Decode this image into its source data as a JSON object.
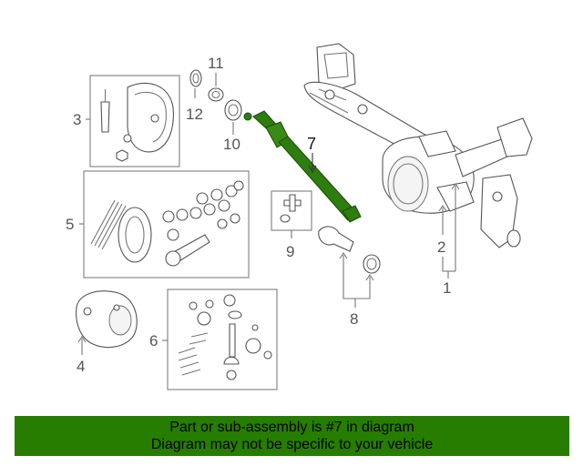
{
  "diagram": {
    "callouts": {
      "c1": "1",
      "c2": "2",
      "c3": "3",
      "c4": "4",
      "c5": "5",
      "c6": "6",
      "c7": "7",
      "c8": "8",
      "c9": "9",
      "c10": "10",
      "c11": "11",
      "c12": "12"
    },
    "highlighted_part": "7",
    "colors": {
      "highlight": "#2e7d0f",
      "banner": "#267d00",
      "line_art": "#555555"
    }
  },
  "banner": {
    "line1": "Part or sub-assembly is #7 in diagram",
    "line2": "Diagram may not be specific to your vehicle"
  }
}
